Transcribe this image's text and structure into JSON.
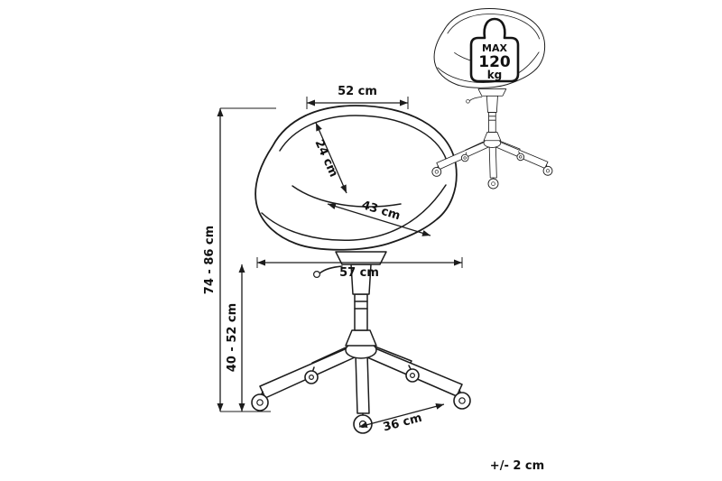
{
  "dimensions": {
    "top_width": "52 cm",
    "backrest_depth": "24 cm",
    "seat_depth": "43 cm",
    "overall_width": "57 cm",
    "total_height": "74 - 86 cm",
    "lift_height": "40 - 52 cm",
    "base_width": "36 cm"
  },
  "tolerance": "+/- 2 cm",
  "weight_badge": {
    "line1": "MAX",
    "line2": "120",
    "line3": "kg"
  }
}
